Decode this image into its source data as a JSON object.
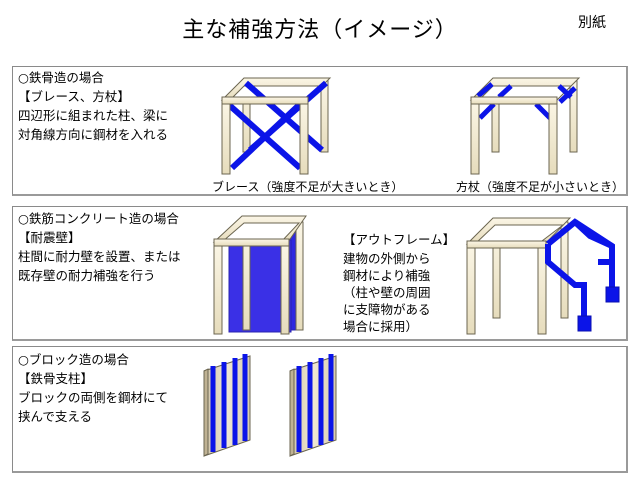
{
  "header": {
    "title": "主な補強方法（イメージ）",
    "attachment": "別紙"
  },
  "sections": [
    {
      "heading": "○鉄骨造の場合",
      "subheading": "【ブレース、方杖】",
      "body_lines": [
        "四辺形に組まれた柱、梁に",
        "対角線方向に鋼材を入れる"
      ],
      "captions": {
        "brace": "ブレース（強度不足が大きいとき）",
        "knee_brace": "方杖（強度不足が小さいとき）"
      }
    },
    {
      "heading": "○鉄筋コンクリート造の場合",
      "subheading": "【耐震壁】",
      "body_lines": [
        "柱間に耐力壁を設置、または",
        "既存壁の耐力補強を行う"
      ],
      "outframe": {
        "title": "【アウトフレーム】",
        "lines": [
          "建物の外側から",
          "鋼材により補強",
          "（柱や壁の周囲",
          "に支障物がある",
          "場合に採用）"
        ]
      }
    },
    {
      "heading": "○ブロック造の場合",
      "subheading": "【鉄骨支柱】",
      "body_lines": [
        "ブロックの両側を鋼材にて",
        "挟んで支える"
      ]
    }
  ],
  "colors": {
    "steel": "#0b14e8",
    "wall": "#3a30e6",
    "frame": "#f3ebd2",
    "border": "#8a8a8a"
  }
}
